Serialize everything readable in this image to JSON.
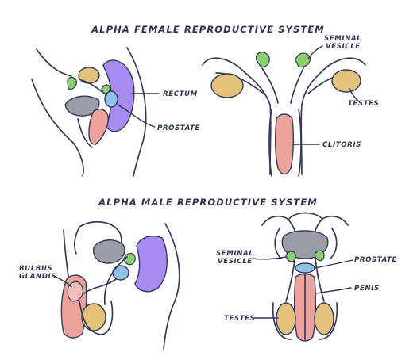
{
  "female": {
    "title": "ALPHA FEMALE REPRODUCTIVE SYSTEM",
    "labels": {
      "rectum": "RECTUM",
      "prostate": "PROSTATE",
      "seminal_1": "SEMINAL",
      "seminal_2": "VESICLE",
      "testes": "TESTES",
      "clitoris": "CLITORIS"
    }
  },
  "male": {
    "title": "ALPHA MALE REPRODUCTIVE SYSTEM",
    "labels": {
      "bulbus_1": "BULBUS",
      "bulbus_2": "GLANDIS",
      "seminal_1": "SEMINAL",
      "seminal_2": "VESICLE",
      "prostate": "PROSTATE",
      "penis": "PENIS",
      "testes": "TESTES"
    }
  },
  "colors": {
    "ink": "#353a5a",
    "rectum": "#a78bf0",
    "testes": "#e5c27c",
    "seminal_vesicle": "#8ccf6e",
    "prostate": "#8fc3ea",
    "bladder": "#9a9ca6",
    "erectile": "#eea29c"
  }
}
